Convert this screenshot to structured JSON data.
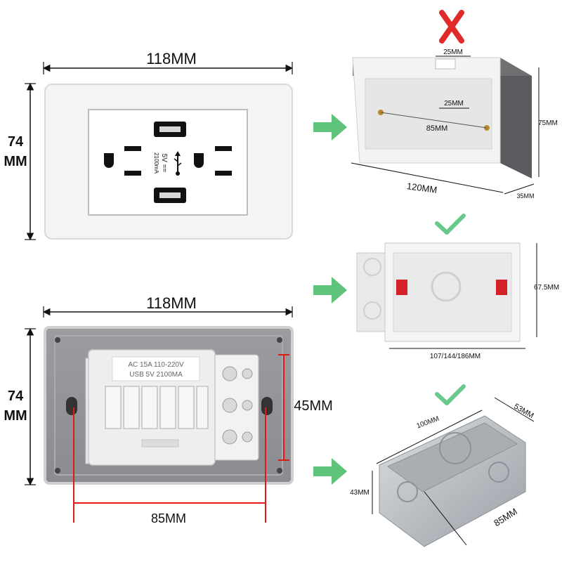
{
  "front_plate": {
    "width_label": "118MM",
    "height_label_line1": "74",
    "height_label_line2": "MM",
    "usb_text_line1": "5V ==",
    "usb_text_line2": "2100mA"
  },
  "back_plate": {
    "width_label": "118MM",
    "height_label_line1": "74",
    "height_label_line2": "MM",
    "label_line1": "AC 15A 110-220V",
    "label_line2": "USB 5V 2100MA",
    "hole_spacing_label": "45MM",
    "screw_spacing_label": "85MM"
  },
  "box_wrong": {
    "mark": "not compatible",
    "top_notch_label": "25MM",
    "inner_notch_label": "25MM",
    "screw_spacing_label": "85MM",
    "width_label": "120MM",
    "height_label": "75MM",
    "depth_label": "35MM"
  },
  "box_ok_plastic": {
    "mark": "compatible",
    "height_label": "67.5MM",
    "width_label": "107/144/186MM"
  },
  "box_ok_metal": {
    "mark": "compatible",
    "length_label": "100MM",
    "depth_label": "53MM",
    "height_label": "43MM",
    "width_label": "85MM"
  },
  "colors": {
    "arrow_green": "#5fc47a",
    "check_green": "#69c98a",
    "cross_red": "#e02a2a",
    "dimension_red": "#e01818"
  }
}
